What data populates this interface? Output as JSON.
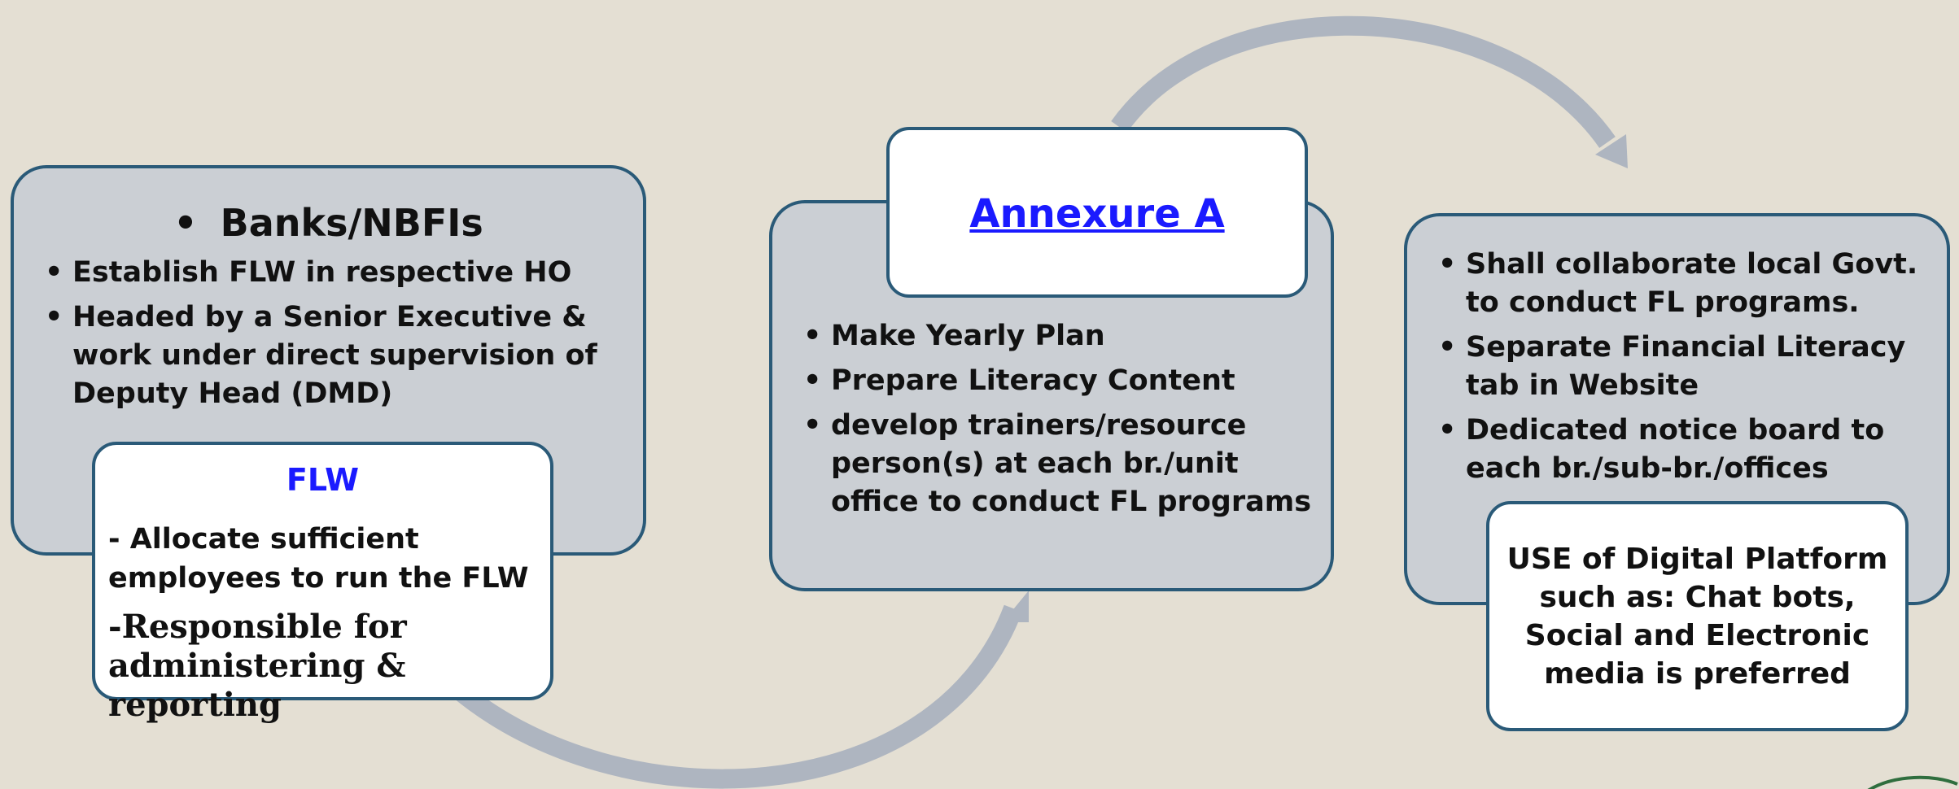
{
  "box1": {
    "title": "Banks/NBFIs",
    "items": [
      "Establish FLW in respective HO",
      "Headed by a Senior  Executive & work under direct supervision of Deputy Head (DMD)"
    ]
  },
  "flw": {
    "title": "FLW",
    "line1": " - Allocate sufficient employees to run the FLW",
    "line2": "-Responsible for administering & reporting"
  },
  "box2": {
    "link": "Annexure A",
    "items": [
      "Make Yearly Plan",
      "Prepare Literacy Content",
      "develop trainers/resource person(s)  at each br./unit office to conduct FL programs"
    ]
  },
  "box3": {
    "items": [
      "Shall collaborate local Govt. to conduct FL programs.",
      "Separate Financial Literacy tab in  Website",
      "Dedicated notice board to each br./sub-br./offices"
    ],
    "digital": "USE of Digital Platform such as: Chat bots, Social and Electronic media is preferred"
  },
  "colors": {
    "background": "#e4dfd3",
    "box_fill": "#cbcfd4",
    "box_border": "#2a5a78",
    "arrow": "#aeb5c0",
    "link": "#1a1aff"
  }
}
